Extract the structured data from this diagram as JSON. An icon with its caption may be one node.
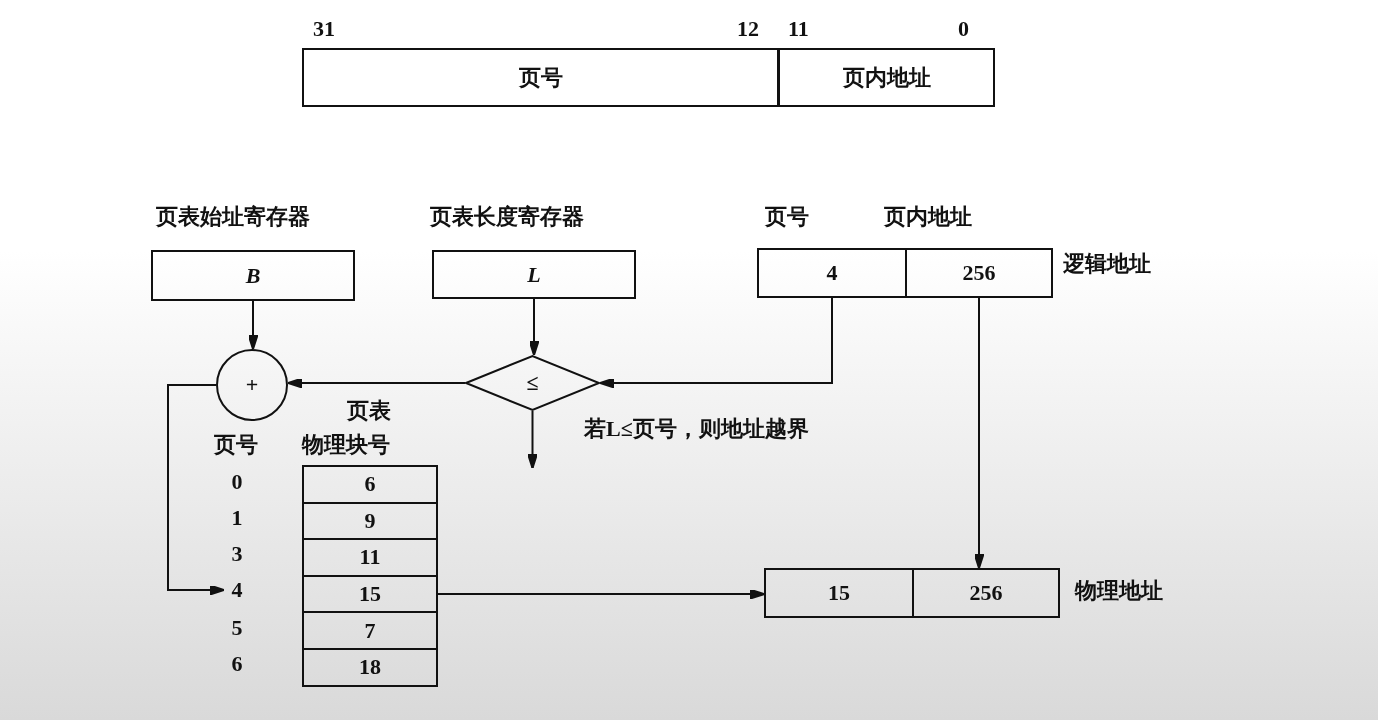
{
  "diagram": {
    "nodes": [
      {
        "text": [
          "页号"
        ]
      },
      {
        "text": [
          "页内地址"
        ]
      },
      {
        "text": [
          "B"
        ],
        "beside": [
          "页表始址寄存器"
        ]
      },
      {
        "text": [
          "L"
        ],
        "beside": [
          "页表长度寄存器"
        ]
      },
      {
        "text": [
          "4"
        ],
        "beside": [
          "页号"
        ]
      },
      {
        "text": [
          "256"
        ],
        "beside": [
          "页内地址"
        ]
      },
      {
        "text": [
          "+"
        ]
      },
      {
        "text": [
          "≤"
        ]
      },
      {
        "text": [
          "0"
        ]
      },
      {
        "text": [
          "1"
        ]
      },
      {
        "text": [
          "3"
        ]
      },
      {
        "text": [
          "4"
        ]
      },
      {
        "text": [
          "5"
        ]
      },
      {
        "text": [
          "6"
        ]
      },
      {
        "text": [
          "6"
        ]
      },
      {
        "text": [
          "9"
        ]
      },
      {
        "text": [
          "11"
        ]
      },
      {
        "text": [
          "15"
        ]
      },
      {
        "text": [
          "7"
        ]
      },
      {
        "text": [
          "18"
        ]
      },
      {
        "text": [
          "15"
        ]
      },
      {
        "text": [
          "256"
        ]
      }
    ],
    "edges": [
      {
        "from": 2,
        "to": 6,
        "arrow": "to"
      },
      {
        "from": 3,
        "to": 7,
        "arrow": "to"
      },
      {
        "from": 4,
        "to": 7,
        "arrow": "to"
      },
      {
        "from": 7,
        "to": 6,
        "arrow": "to"
      },
      {
        "from": 6,
        "to": 11,
        "arrow": "to"
      },
      {
        "from": 7,
        "to": null,
        "arrow": "to"
      },
      {
        "from": 17,
        "to": 20,
        "arrow": "to"
      },
      {
        "from": 5,
        "to": 21,
        "arrow": "to"
      }
    ],
    "labels": [
      "31",
      "12",
      "11",
      "0",
      "逻辑地址",
      "若L≤页号，则地址越界",
      "页号",
      "页表",
      "物理块号",
      "物理地址"
    ]
  }
}
